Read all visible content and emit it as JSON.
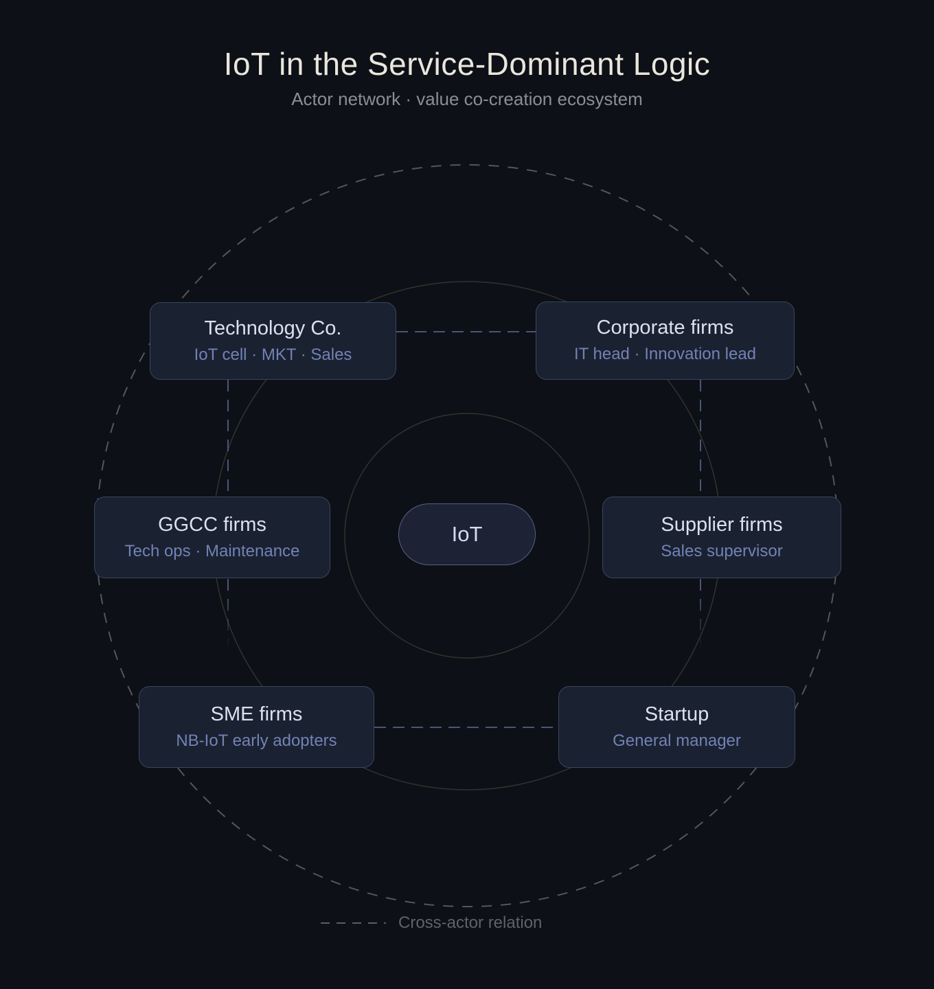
{
  "header": {
    "title": "IoT in the Service-Dominant Logic",
    "subtitle": "Actor network · value co-creation ecosystem"
  },
  "center_node": {
    "label": "IoT"
  },
  "actors": [
    {
      "id": "technology-co",
      "name": "Technology Co.",
      "roles": "IoT cell · MKT · Sales"
    },
    {
      "id": "corporate-firms",
      "name": "Corporate firms",
      "roles": "IT head · Innovation lead"
    },
    {
      "id": "ggcc-firms",
      "name": "GGCC firms",
      "roles": "Tech ops · Maintenance"
    },
    {
      "id": "supplier-firms",
      "name": "Supplier firms",
      "roles": "Sales supervisor"
    },
    {
      "id": "sme-firms",
      "name": "SME firms",
      "roles": "NB-IoT early adopters"
    },
    {
      "id": "startup",
      "name": "Startup",
      "roles": "General manager"
    }
  ],
  "relations": [
    {
      "from": "technology-co",
      "to": "corporate-firms",
      "style": "dashed"
    },
    {
      "from": "technology-co",
      "to": "ggcc-firms",
      "style": "dashed"
    },
    {
      "from": "corporate-firms",
      "to": "supplier-firms",
      "style": "dashed"
    },
    {
      "from": "sme-firms",
      "to": "startup",
      "style": "dashed"
    }
  ],
  "legend": {
    "label": "Cross-actor relation"
  },
  "colors": {
    "background": "#0d1016",
    "node_bg": "#1a2130",
    "node_border": "#3a4560",
    "node_title": "#dce0ee",
    "node_subtitle": "#7282b6",
    "center_border": "#566084",
    "connector": "#4b5577",
    "outer_ring": "#54565a",
    "inner_rings": "#32332e",
    "title_text": "#e9e6dd",
    "subtitle_text": "#8c8e91",
    "legend_text": "#5f6368"
  }
}
